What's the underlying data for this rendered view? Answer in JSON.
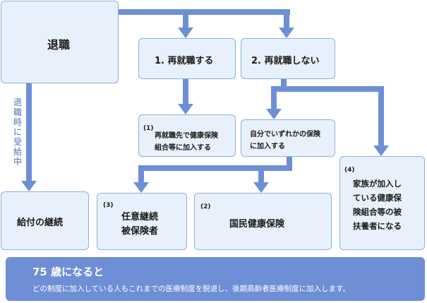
{
  "retire": {
    "label": "退職"
  },
  "option1": {
    "label": "1. 再就職する"
  },
  "option2": {
    "label": "2. 再就職しない"
  },
  "sub1": {
    "num": "(1)",
    "line1": "再就職先で健康保険",
    "line2": "組合等に加入する"
  },
  "sub2": {
    "line1": "自分でいずれかの保険",
    "line2": "に加入する"
  },
  "side_label": [
    "退",
    "職",
    "時",
    "に",
    "受",
    "給",
    "中"
  ],
  "benefit": {
    "label": "給付の継続"
  },
  "voluntary": {
    "num": "(3)",
    "line1": "任意継続",
    "line2": "被保険者"
  },
  "national": {
    "num": "(2)",
    "label": "国民健康保険"
  },
  "family": {
    "num": "(4)",
    "line1": "家族が加入し",
    "line2": "ている健康保",
    "line3": "険組合等の被",
    "line4": "扶養者になる"
  },
  "banner": {
    "title": "75 歳になると",
    "text": "どの制度に加入している人もこれまでの医療制度を脱退し、後期高齢者医療制度に加入します。"
  },
  "colors": {
    "box_fill": "#e8f1fb",
    "box_border": "#8ab0e0",
    "arrow": "#6e8fd6",
    "banner": "#6e8fd6",
    "side_text": "#4b6fc0"
  }
}
